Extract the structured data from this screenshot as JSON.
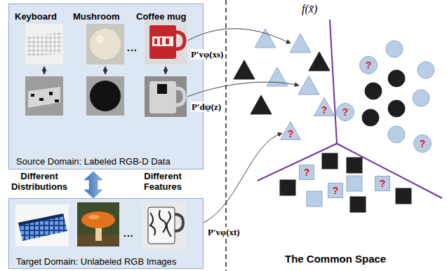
{
  "diagram": {
    "nodes": [
      {
        "text": [
          "Keyboard",
          "Mushroom",
          "Coffee mug",
          "...",
          "Source Domain: Labeled RGB-D Data"
        ]
      },
      {
        "text": [
          "...",
          "Target Domain: Unlabeled RGB Images"
        ]
      },
      {
        "text": [
          "?"
        ]
      },
      {
        "text": [
          "?"
        ]
      },
      {
        "text": [
          "?"
        ]
      },
      {
        "text": [
          "?"
        ]
      },
      {
        "text": [
          "?"
        ]
      },
      {
        "text": [
          "?"
        ]
      },
      {
        "text": [
          "?"
        ]
      },
      {
        "text": [
          "?"
        ]
      }
    ],
    "edges": [
      {
        "from": 1,
        "to": 5,
        "arrow": "to",
        "label": "P′vφ(xt)"
      }
    ],
    "labels": [
      "Different Distributions",
      "Different Features",
      "P′vφ(xs)",
      "P′dψ(z)",
      "f(x̃)",
      "The Common Space"
    ]
  }
}
